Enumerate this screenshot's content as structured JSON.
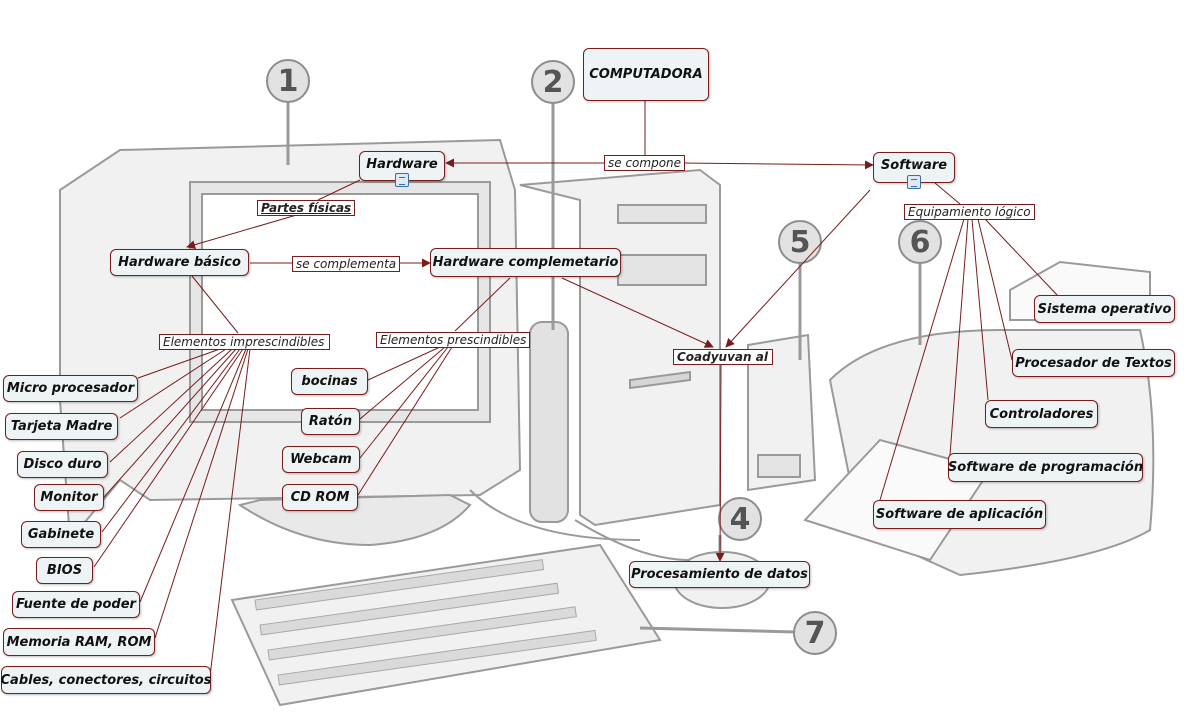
{
  "colors": {
    "link": "#7a1c1c",
    "node_bg": "#eef3f5",
    "art_stroke": "#9a9a9a",
    "art_fill": "#f1f1f1"
  },
  "icons": [
    "document-icon"
  ],
  "badges": [
    "1",
    "2",
    "4",
    "5",
    "6",
    "7"
  ],
  "nodes": {
    "computadora": "COMPUTADORA",
    "hardware": "Hardware",
    "software": "Software",
    "hardware_basico": "Hardware básico",
    "hardware_complementario": "Hardware complemetario",
    "micro_procesador": "Micro procesador",
    "tarjeta_madre": "Tarjeta Madre",
    "disco_duro": "Disco duro",
    "monitor": "Monitor",
    "gabinete": "Gabinete",
    "bios": "BIOS",
    "fuente_de_poder": "Fuente de poder",
    "memoria": "Memoria RAM, ROM",
    "cables": "Cables, conectores, circuitos",
    "bocinas": "bocinas",
    "raton": "Ratón",
    "webcam": "Webcam",
    "cd_rom": "CD ROM",
    "procesamiento": "Procesamiento de datos",
    "sistema_operativo": "Sistema operativo",
    "procesador_textos": "Procesador de Textos",
    "controladores": "Controladores",
    "software_programacion": "Software de programación",
    "software_aplicacion": "Software de aplicación"
  },
  "link_labels": {
    "se_compone": "se compone",
    "partes_fisicas": "Partes físicas",
    "se_complementa": "se complementa",
    "elementos_imprescindibles": "Elementos imprescindibles",
    "elementos_prescindibles": "Elementos prescindibles",
    "coadyuvan_al": "Coadyuvan al",
    "equipamiento_logico": "Equipamiento lógico"
  }
}
